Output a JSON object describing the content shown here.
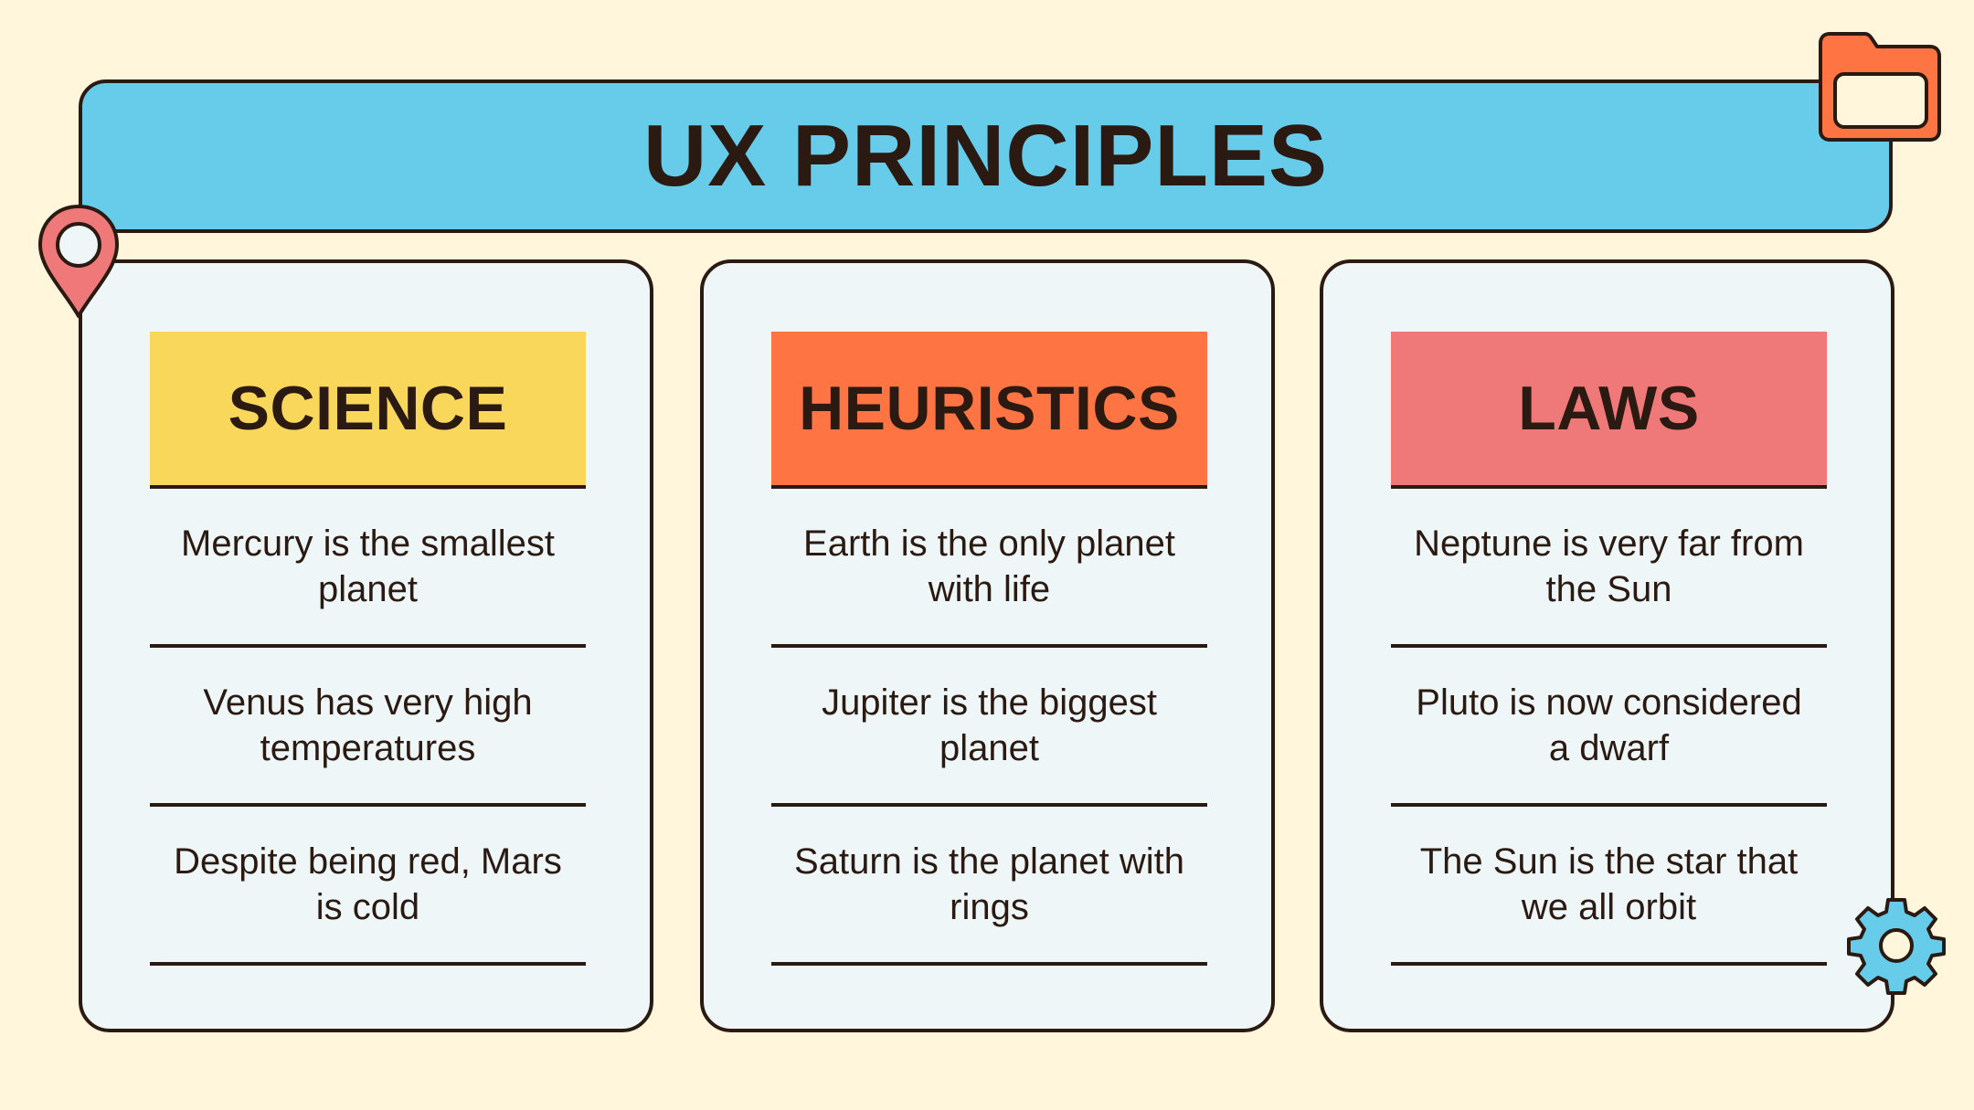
{
  "title": "UX PRINCIPLES",
  "colors": {
    "background": "#fff6dc",
    "title_bar": "#67cbea",
    "card_bg": "#eef6f8",
    "outline": "#2a1a12",
    "science": "#f8d75a",
    "heuristics": "#ff7443",
    "laws": "#ef7879"
  },
  "cards": [
    {
      "header": "SCIENCE",
      "color": "#f8d75a",
      "items": [
        "Mercury is the smallest planet",
        "Venus has very high temperatures",
        "Despite being red, Mars is cold"
      ]
    },
    {
      "header": "HEURISTICS",
      "color": "#ff7443",
      "items": [
        "Earth is the only planet with life",
        "Jupiter is the biggest planet",
        "Saturn is the planet with rings"
      ]
    },
    {
      "header": "LAWS",
      "color": "#ef7879",
      "items": [
        "Neptune is very far from the Sun",
        "Pluto is now considered a dwarf",
        "The Sun is the star that we all orbit"
      ]
    }
  ],
  "icons": [
    "location-pin-icon",
    "folder-icon",
    "gear-icon"
  ]
}
